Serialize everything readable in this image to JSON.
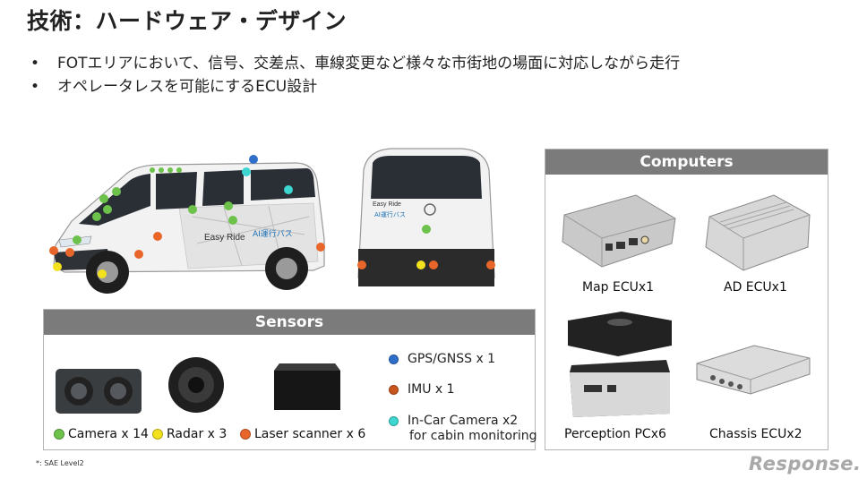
{
  "title": "技術：ハードウェア・デザイン",
  "bullets": [
    "FOTエリアにおいて、信号、交差点、車線変更など様々な市街地の場面に対応しながら走行",
    "オペレータレスを可能にするECU設計"
  ],
  "vehicle": {
    "side_logo_text": "Easy Ride",
    "side_logo_text2": "AI運行バス",
    "rear_logo_text": "Easy Ride",
    "rear_logo_text2": "AI運行バス"
  },
  "sensors": {
    "header": "Sensors",
    "camera_label": "Camera x 14",
    "radar_label": "Radar x 3",
    "laser_label": "Laser scanner x 6",
    "gps_label": "GPS/GNSS x 1",
    "imu_label": "IMU x 1",
    "incar_label_line1": "In-Car Camera x2",
    "incar_label_line2": "for cabin monitoring"
  },
  "computers": {
    "header": "Computers",
    "map_ecu": "Map ECUx1",
    "ad_ecu": "AD ECUx1",
    "perception_pc": "Perception PCx6",
    "chassis_ecu": "Chassis ECUx2"
  },
  "colors": {
    "camera": "#6cc24a",
    "radar": "#f3e11f",
    "laser": "#e8662a",
    "gps": "#2f6fc9",
    "imu": "#c8551c",
    "incar": "#3dd6d0",
    "header_bg": "#7b7b7b"
  },
  "footnote": "*: SAE Level2",
  "logo": "Response."
}
